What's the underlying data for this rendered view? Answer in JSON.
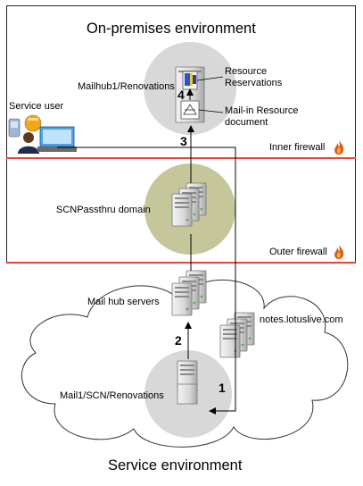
{
  "headings": {
    "on_premises": "On-premises environment",
    "service": "Service environment"
  },
  "labels": {
    "mailhub1": "Mailhub1/Renovations",
    "resource_reservations": "Resource\nReservations",
    "service_user": "Service user",
    "mail_in_resource": "Mail-in Resource\ndocument",
    "inner_firewall": "Inner firewall",
    "scnpassthru": "SCNPassthru domain",
    "outer_firewall": "Outer firewall",
    "mail_hub_servers": "Mail hub servers",
    "notes_lotuslive": "notes.lotuslive.com",
    "mail1": "Mail1/SCN/Renovations"
  },
  "steps": {
    "step1": "1",
    "step2": "2",
    "step3": "3",
    "step4": "4"
  },
  "icons": {
    "server": "server-tower-icon",
    "firewall": "flame-icon",
    "user": "user-workstation-icon",
    "database": "database-icon",
    "document": "document-icon"
  },
  "colors": {
    "firewall_line": "#e8423e",
    "circle_gray": "#d8d8d8",
    "circle_olive": "#c6c69b",
    "flame": "#e35b1a"
  }
}
